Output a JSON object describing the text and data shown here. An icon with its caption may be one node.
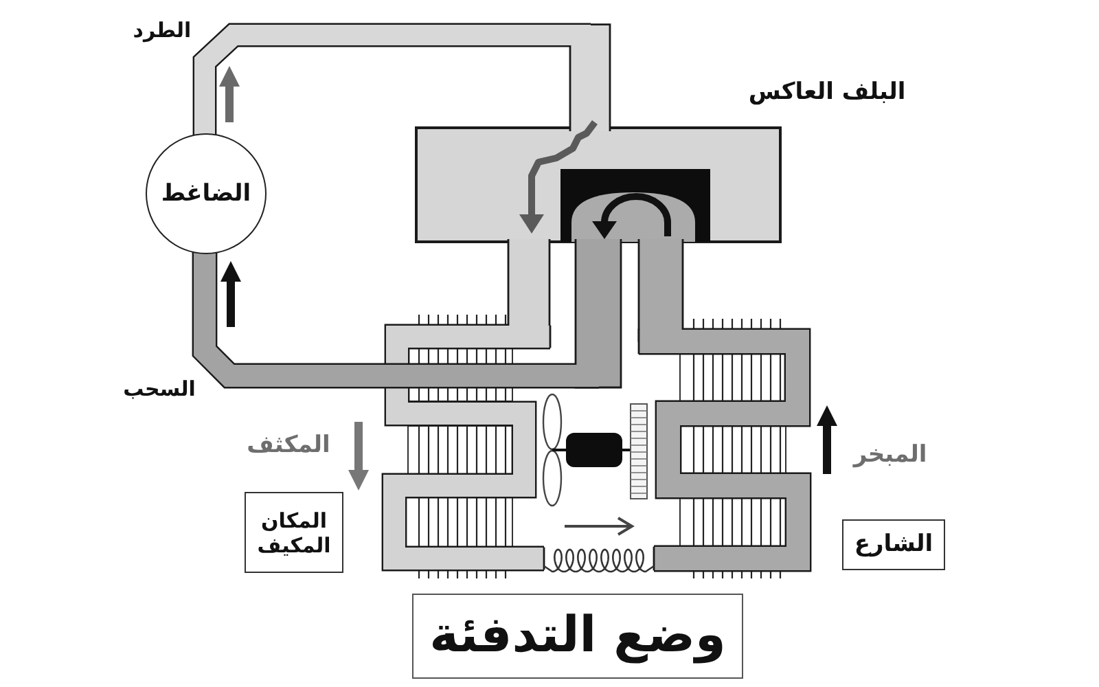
{
  "diagram": {
    "title": "وضع التدفئة",
    "nodes": [
      {
        "text": [
          "الضاغط"
        ]
      },
      {
        "text": [
          "المكان المكيف"
        ]
      },
      {
        "text": [
          "الشارع"
        ]
      }
    ],
    "labels": [
      "الطرد",
      "البلف العاكس",
      "السحب",
      "المكثف",
      "المبخر"
    ]
  }
}
